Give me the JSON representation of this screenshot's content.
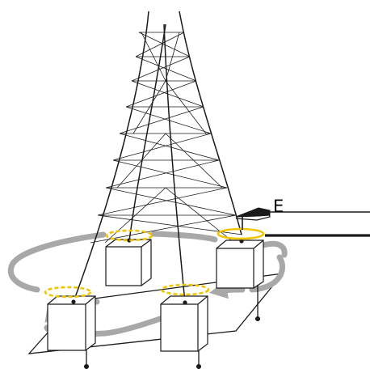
{
  "diagram": {
    "electrode_label": "E",
    "colors": {
      "structure": "#1a1a1a",
      "current_loop": "#a8a8a8",
      "clamp_ring": "#f2c500",
      "footing_fill": "#ffffff"
    },
    "icons": {
      "tower": "lattice-tower",
      "clamp": "alligator-clip",
      "rings": "clamp-meter-ring",
      "arrows": "current-flow-arrow"
    }
  }
}
